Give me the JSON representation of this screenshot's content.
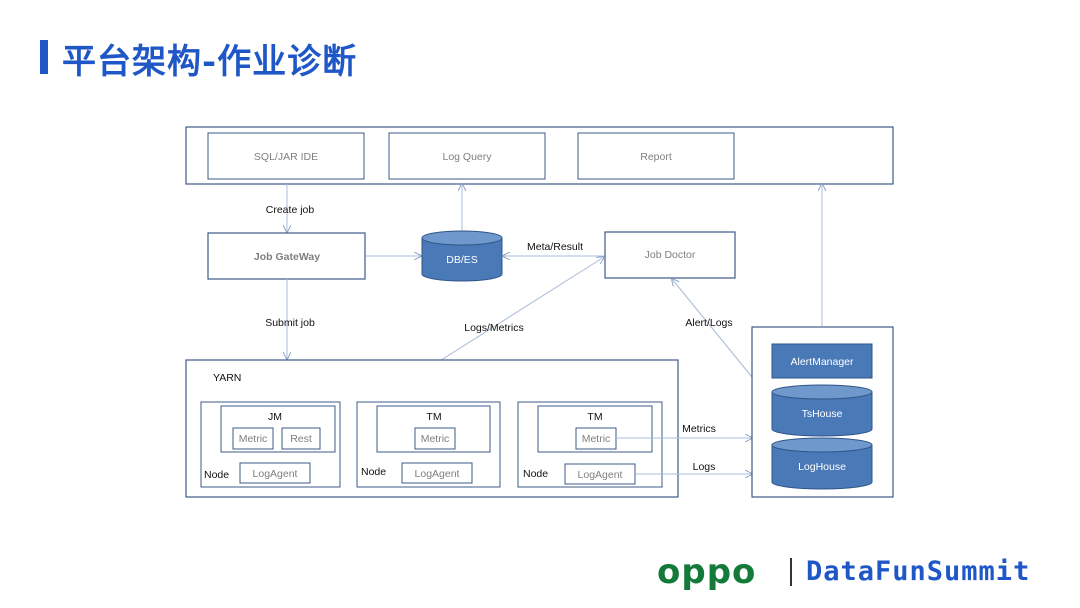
{
  "title": "平台架构-作业诊断",
  "top_panel": {
    "items": [
      "SQL/JAR IDE",
      "Log Query",
      "Report"
    ]
  },
  "job_gateway": "Job GateWay",
  "db_es": "DB/ES",
  "job_doctor": "Job Doctor",
  "edges": {
    "create_job": "Create job",
    "submit_job": "Submit job",
    "meta_result": "Meta/Result",
    "logs_metrics": "Logs/Metrics",
    "alert_logs": "Alert/Logs",
    "metrics": "Metrics",
    "logs": "Logs"
  },
  "yarn": {
    "label": "YARN",
    "nodes": [
      {
        "node_label": "Node",
        "role": "JM",
        "metric": "Metric",
        "rest": "Rest",
        "agent": "LogAgent"
      },
      {
        "node_label": "Node",
        "role": "TM",
        "metric": "Metric",
        "agent": "LogAgent"
      },
      {
        "node_label": "Node",
        "role": "TM",
        "metric": "Metric",
        "agent": "LogAgent"
      }
    ]
  },
  "monitoring": {
    "alert_manager": "AlertManager",
    "tshouse": "TsHouse",
    "loghouse": "LogHouse"
  },
  "footer": {
    "brand": "oppo",
    "event": "DataFunSummit"
  },
  "colors": {
    "title": "#1f57c7",
    "box_stroke": "#3c5a88",
    "cylinder": "#4a79b8",
    "oppo_green": "#137a3a"
  }
}
